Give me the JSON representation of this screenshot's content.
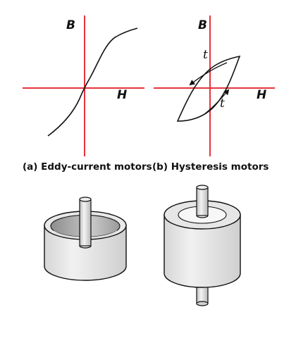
{
  "panel_a": {
    "y_axis_label": "B",
    "x_axis_label": "H",
    "caption": "(a) Eddy-current motors"
  },
  "panel_b": {
    "y_axis_label": "B",
    "x_axis_label": "H",
    "arrow_label_top": "t",
    "arrow_label_bottom": "t",
    "caption": "(b) Hysteresis motors"
  },
  "colors": {
    "axis": "#e8323c",
    "curve": "#111111",
    "cylinder_body": "#e2e2e2",
    "cylinder_inner": "#a9a9a9",
    "shaft": "#d4d4d4"
  }
}
